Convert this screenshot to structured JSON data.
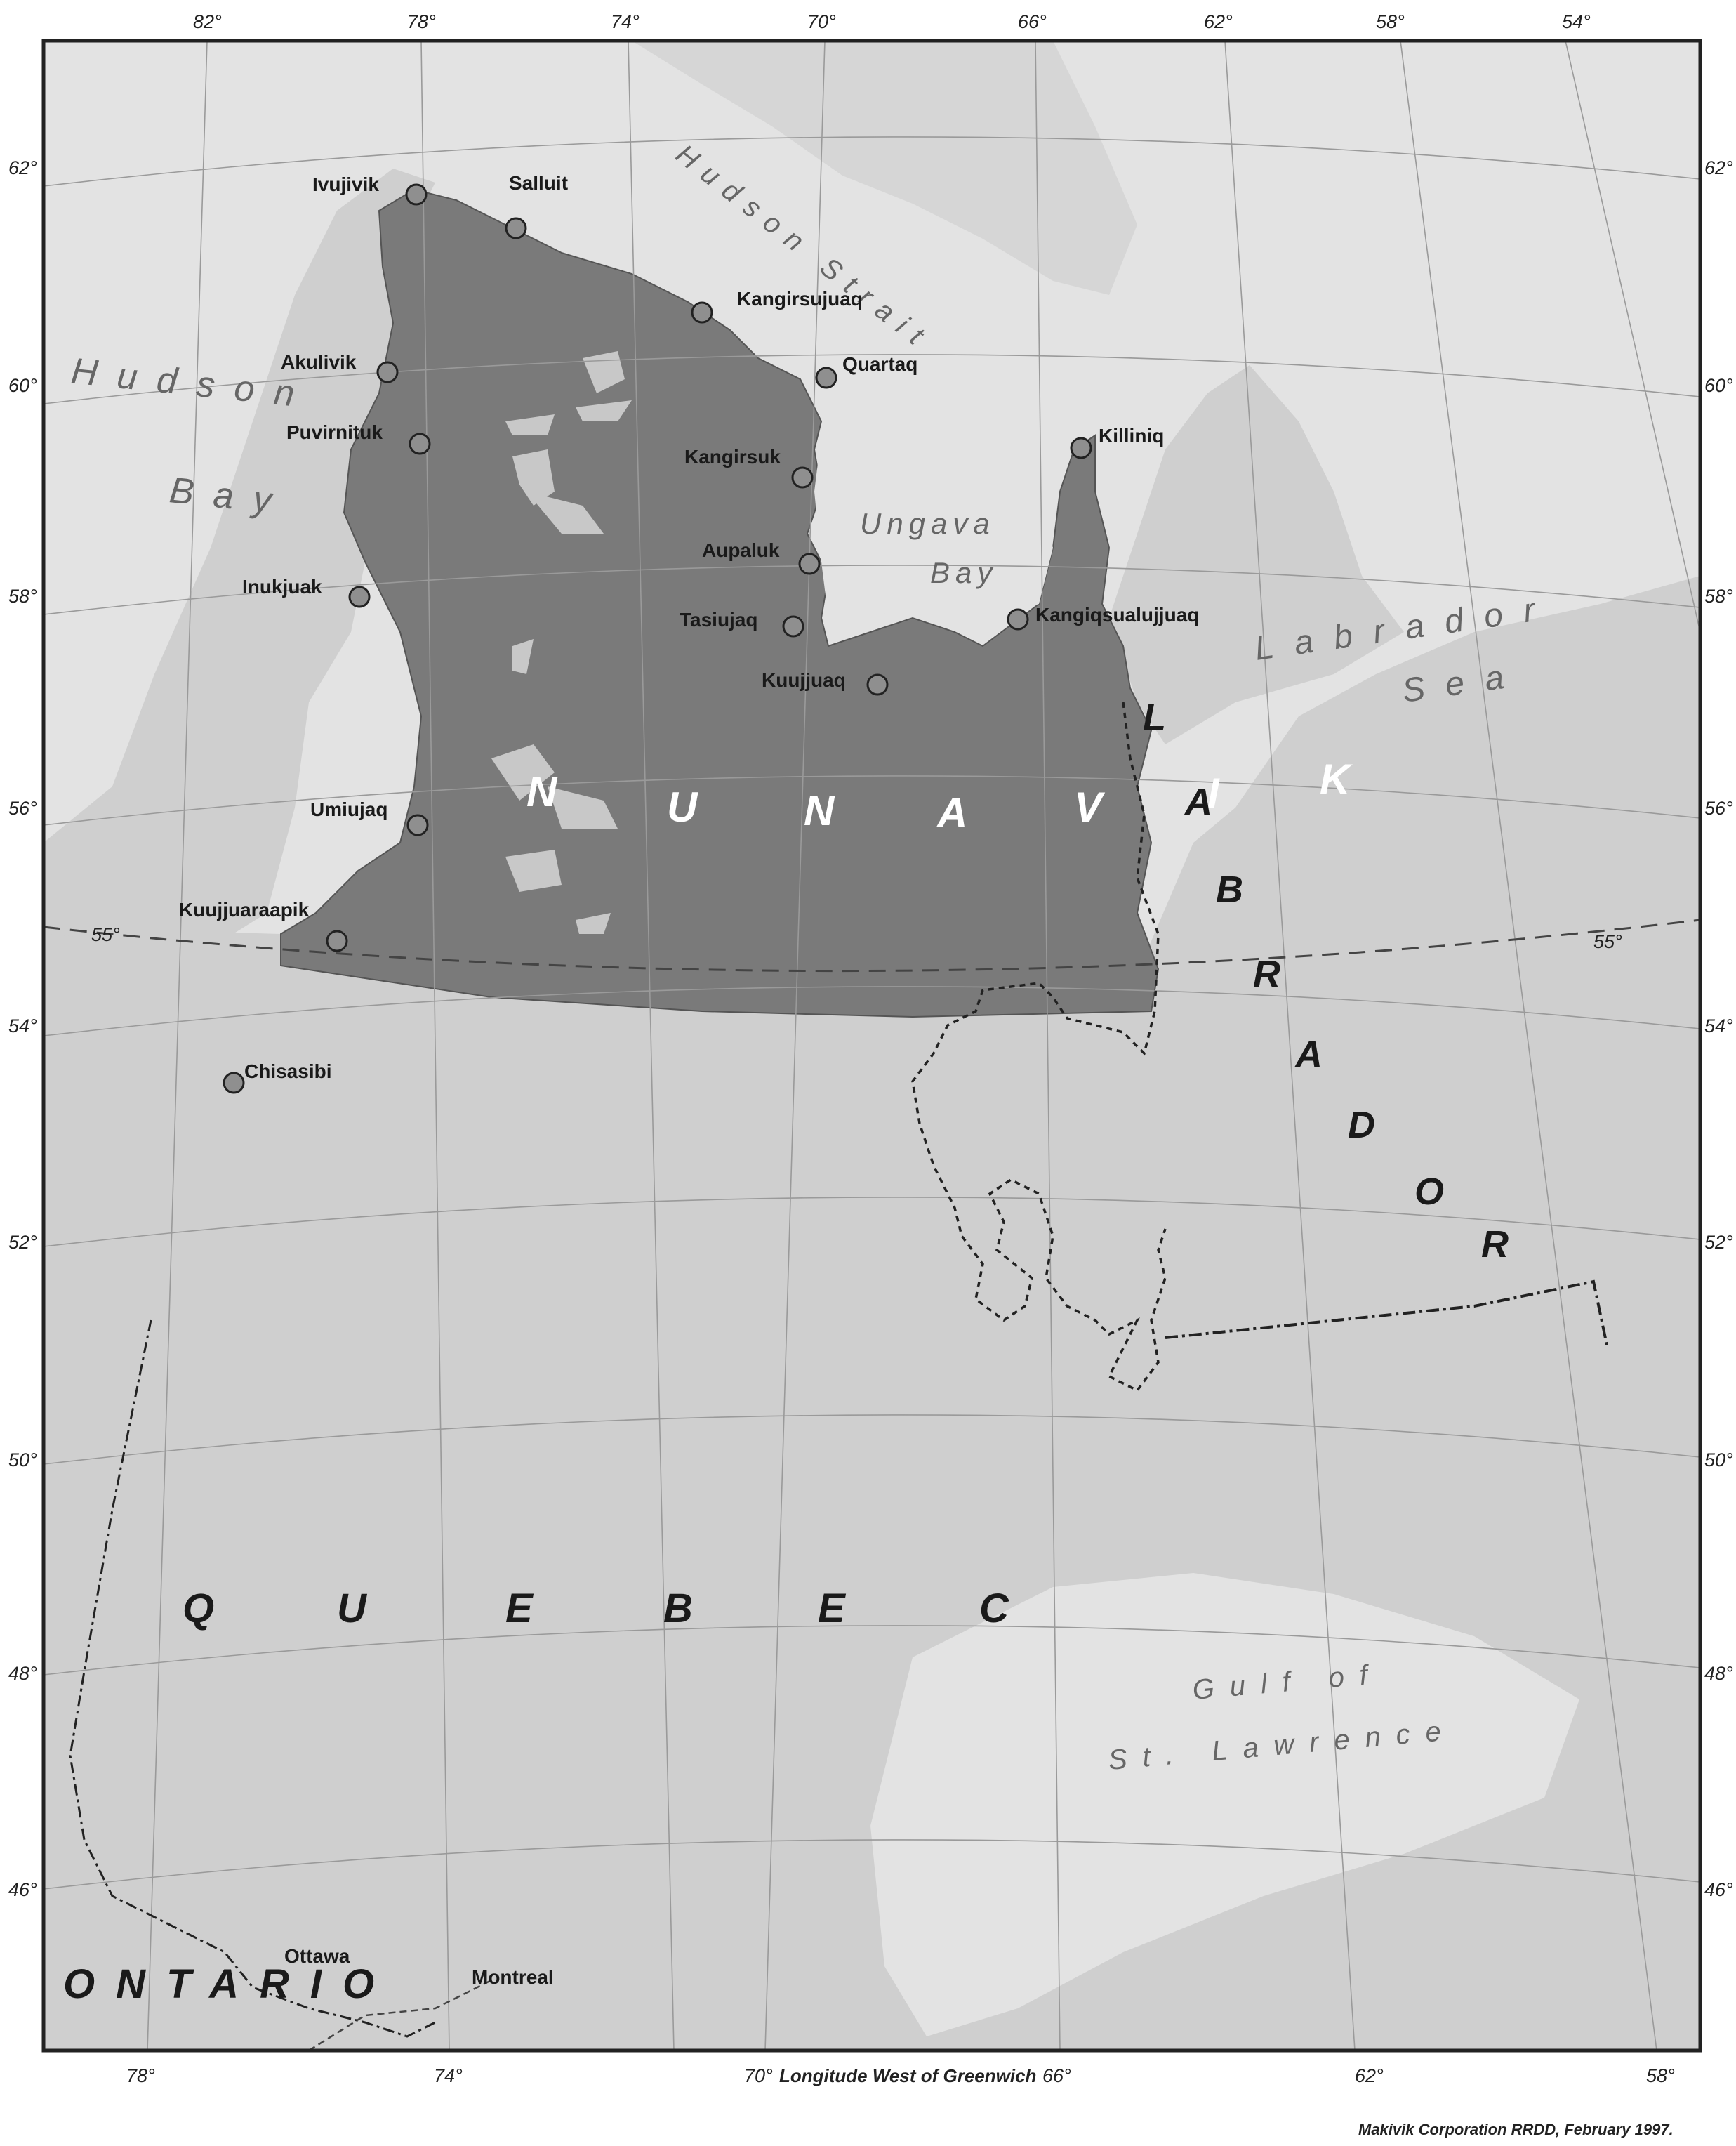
{
  "map": {
    "top_longitudes": [
      "82°",
      "78°",
      "74°",
      "70°",
      "66°",
      "62°",
      "58°",
      "54°"
    ],
    "bottom_longitudes": [
      "78°",
      "74°",
      "70°",
      "66°",
      "62°",
      "58°"
    ],
    "left_latitudes": [
      "62°",
      "60°",
      "58°",
      "56°",
      "54°",
      "52°",
      "50°",
      "48°",
      "46°"
    ],
    "right_latitudes": [
      "62°",
      "60°",
      "58°",
      "56°",
      "54°",
      "52°",
      "50°",
      "48°",
      "46°"
    ],
    "parallel_marker": "55°",
    "axis_title": "Longitude West of Greenwich",
    "credit": "Makivik Corporation RRDD, February 1997.",
    "colors": {
      "land": "#cfcfcf",
      "water": "#e3e3e3",
      "nunavik": "#7a7a7a",
      "grid": "#9a9a9a",
      "border": "#222222"
    },
    "water_bodies": {
      "hudson_bay_1": "Hudson",
      "hudson_bay_2": "Bay",
      "hudson_strait": "Hudson Strait",
      "ungava_1": "Ungava",
      "ungava_2": "Bay",
      "labrador_1": "Labrador",
      "labrador_2": "Sea",
      "gulf_1": "Gulf of",
      "gulf_2": "St. Lawrence"
    },
    "regions": {
      "nunavik": [
        "N",
        "U",
        "N",
        "A",
        "V",
        "I",
        "K"
      ],
      "labrador": [
        "L",
        "A",
        "B",
        "R",
        "A",
        "D",
        "O",
        "R"
      ],
      "quebec": [
        "Q",
        "U",
        "E",
        "B",
        "E",
        "C"
      ],
      "ontario": "ONTARIO"
    },
    "communities": [
      "Ivujivik",
      "Salluit",
      "Kangirsujuaq",
      "Akulivik",
      "Quartaq",
      "Puvirnituk",
      "Killiniq",
      "Kangirsuk",
      "Aupaluk",
      "Inukjuak",
      "Tasiujaq",
      "Kangiqsualujjuaq",
      "Kuujjuaq",
      "Umiujaq",
      "Kuujjuaraapik",
      "Chisasibi",
      "Ottawa",
      "Montreal"
    ]
  }
}
